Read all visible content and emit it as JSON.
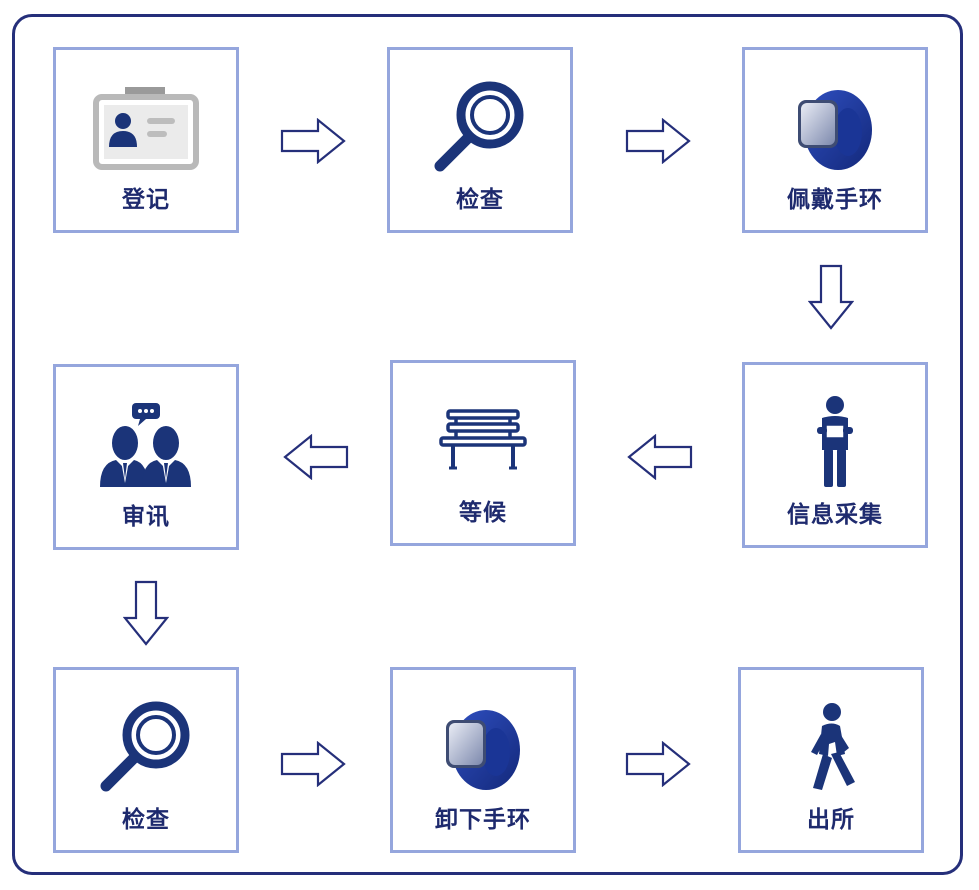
{
  "colors": {
    "frame": "#252f7a",
    "box_border": "#95a6dd",
    "icon": "#1b3479",
    "label": "#1e2a6e",
    "arrow": "#252f7a"
  },
  "steps": [
    {
      "label": "登记",
      "icon": "id-card-icon"
    },
    {
      "label": "检查",
      "icon": "magnifier-icon"
    },
    {
      "label": "佩戴手环",
      "icon": "wristband-icon"
    },
    {
      "label": "信息采集",
      "icon": "person-holding-board-icon"
    },
    {
      "label": "等候",
      "icon": "bench-icon"
    },
    {
      "label": "审讯",
      "icon": "two-people-talking-icon"
    },
    {
      "label": "检查",
      "icon": "magnifier-icon"
    },
    {
      "label": "卸下手环",
      "icon": "wristband-icon"
    },
    {
      "label": "出所",
      "icon": "walking-person-icon"
    }
  ]
}
